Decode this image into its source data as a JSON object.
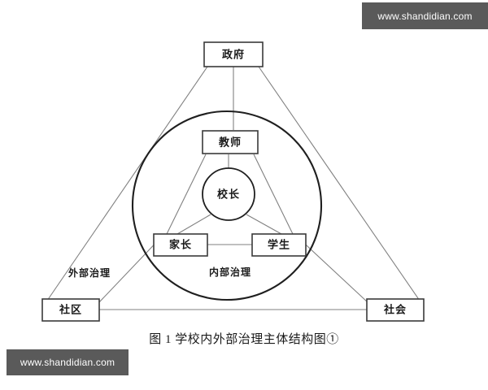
{
  "figure": {
    "caption": "图 1  学校内外部治理主体结构图①",
    "background_color": "#ffffff",
    "line_color": "#808080",
    "shape_stroke_color": "#1f1f1f",
    "box_stroke_color": "#3a3a3a"
  },
  "watermarks": {
    "top_right": "www.shandidian.com",
    "bottom_left": "www.shandidian.com",
    "background_color": "#5a5a5a",
    "text_color": "#ffffff"
  },
  "zones": {
    "external": "外部治理",
    "internal": "内部治理"
  },
  "nodes": {
    "government": "政府",
    "community": "社区",
    "society": "社会",
    "teacher": "教师",
    "principal": "校长",
    "parent": "家长",
    "student": "学生"
  },
  "chart_data": {
    "type": "diagram",
    "title": "图 1  学校内外部治理主体结构图①",
    "description": "School internal and external governance subject structure diagram: an outer triangle of external governance actors (Government at apex, Community at lower-left, Society at lower-right) enclosing a circle of internal governance actors (Teacher at top, Principal at center, Parents at lower-left, Students at lower-right).",
    "groups": [
      {
        "name": "外部治理",
        "shape": "triangle",
        "members": [
          "政府",
          "社区",
          "社会"
        ]
      },
      {
        "name": "内部治理",
        "shape": "circle",
        "members": [
          "教师",
          "校长",
          "家长",
          "学生"
        ]
      }
    ],
    "edges": [
      {
        "from": "政府",
        "to": "社区"
      },
      {
        "from": "政府",
        "to": "社会"
      },
      {
        "from": "社区",
        "to": "社会"
      },
      {
        "from": "政府",
        "to": "教师"
      },
      {
        "from": "社区",
        "to": "家长"
      },
      {
        "from": "社会",
        "to": "学生"
      },
      {
        "from": "教师",
        "to": "校长"
      },
      {
        "from": "教师",
        "to": "家长"
      },
      {
        "from": "教师",
        "to": "学生"
      },
      {
        "from": "校长",
        "to": "家长"
      },
      {
        "from": "校长",
        "to": "学生"
      },
      {
        "from": "家长",
        "to": "学生"
      }
    ]
  }
}
